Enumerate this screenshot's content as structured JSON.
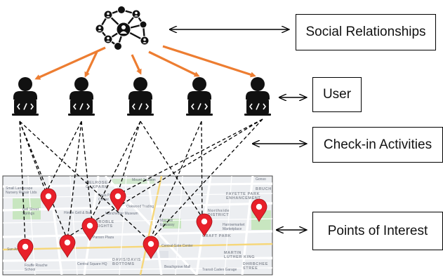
{
  "labels": {
    "social": "Social Relationships",
    "user": "User",
    "checkin": "Check-in Activities",
    "poi": "Points of Interest"
  },
  "map_labels": [
    "MELROSE-\nOAKPARK",
    "Bell Street\nSprings",
    "Small Landscape\nNursery Repair Ltds",
    "Rosa Parks\nCenter",
    "Manchester Museum",
    "Oakwood Trading",
    "Hinton Grill & Bar",
    "SPROBLE\nHEIGHTS",
    "Paroon Plaza",
    "May Hill\nEmbassy",
    "Northside\nDISTRICT",
    "Harrowmarket\nMarketplace",
    "CRAFT PARK",
    "Central Gate Center",
    "DAVIS/DAVIS\nBOTTOMS",
    "Central Square HQ",
    "MARTIN\nLUTHER KING",
    "DHRBCHEE\nSTREE",
    "FAYETTE PARK\nENHANCEMENT",
    "BRUCH",
    "Gonso",
    "Mount Jackson",
    "Beachgrove Mall",
    "Transit Caden Garage",
    "Fouffe Rouche\nSchool",
    "Sun Angle"
  ],
  "colors": {
    "arrow_orange": "#ED7D31",
    "icon_black": "#111111",
    "pin_red": "#E8202A",
    "map_bg": "#ECEEF1",
    "map_road": "#FFFFFF",
    "map_green": "#C8E6C0"
  },
  "icons": {
    "network": "social-network-icon",
    "user": "developer-user-icon",
    "pin": "map-pin-icon"
  }
}
